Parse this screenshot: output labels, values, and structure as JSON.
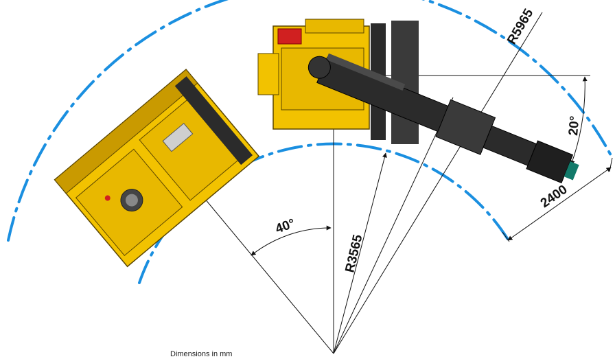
{
  "diagram": {
    "labels": {
      "outer_radius": "R5965",
      "inner_radius": "R3565",
      "turn_angle": "40°",
      "boom_angle": "20°",
      "width": "2400"
    },
    "note": "Dimensions in mm"
  },
  "colors": {
    "arc": "#1a8fe0",
    "machine_body": "#f2c200",
    "machine_shadow": "#c99a00",
    "boom": "#2b2b2b",
    "line": "#111111"
  }
}
